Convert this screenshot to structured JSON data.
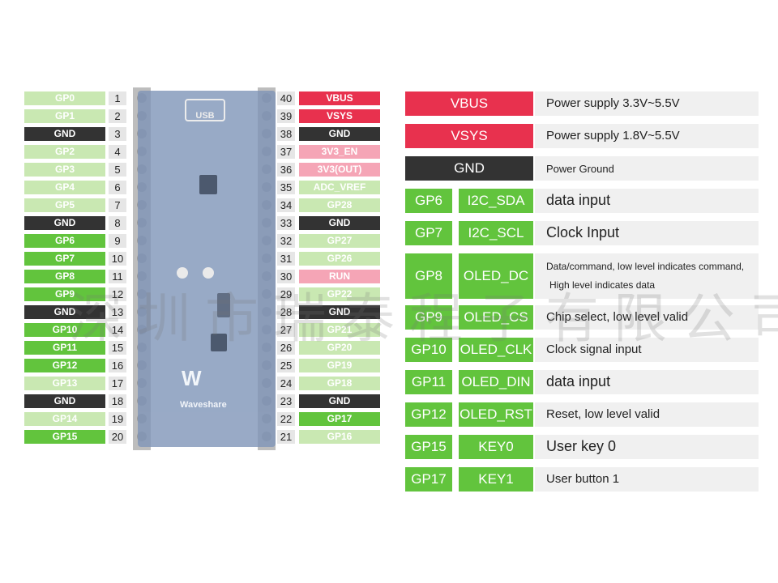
{
  "left_pins": [
    {
      "num": "1",
      "label": "GP0",
      "color": "lightgreen"
    },
    {
      "num": "2",
      "label": "GP1",
      "color": "lightgreen"
    },
    {
      "num": "3",
      "label": "GND",
      "color": "black"
    },
    {
      "num": "4",
      "label": "GP2",
      "color": "lightgreen"
    },
    {
      "num": "5",
      "label": "GP3",
      "color": "lightgreen"
    },
    {
      "num": "6",
      "label": "GP4",
      "color": "lightgreen"
    },
    {
      "num": "7",
      "label": "GP5",
      "color": "lightgreen"
    },
    {
      "num": "8",
      "label": "GND",
      "color": "black"
    },
    {
      "num": "9",
      "label": "GP6",
      "color": "green"
    },
    {
      "num": "10",
      "label": "GP7",
      "color": "green"
    },
    {
      "num": "11",
      "label": "GP8",
      "color": "green"
    },
    {
      "num": "12",
      "label": "GP9",
      "color": "green"
    },
    {
      "num": "13",
      "label": "GND",
      "color": "black"
    },
    {
      "num": "14",
      "label": "GP10",
      "color": "green"
    },
    {
      "num": "15",
      "label": "GP11",
      "color": "green"
    },
    {
      "num": "16",
      "label": "GP12",
      "color": "green"
    },
    {
      "num": "17",
      "label": "GP13",
      "color": "lightgreen"
    },
    {
      "num": "18",
      "label": "GND",
      "color": "black"
    },
    {
      "num": "19",
      "label": "GP14",
      "color": "lightgreen"
    },
    {
      "num": "20",
      "label": "GP15",
      "color": "green"
    }
  ],
  "right_pins": [
    {
      "num": "40",
      "label": "VBUS",
      "color": "red"
    },
    {
      "num": "39",
      "label": "VSYS",
      "color": "red"
    },
    {
      "num": "38",
      "label": "GND",
      "color": "black"
    },
    {
      "num": "37",
      "label": "3V3_EN",
      "color": "pink"
    },
    {
      "num": "36",
      "label": "3V3(OUT)",
      "color": "pink"
    },
    {
      "num": "35",
      "label": "ADC_VREF",
      "color": "lightgreen"
    },
    {
      "num": "34",
      "label": "GP28",
      "color": "lightgreen"
    },
    {
      "num": "33",
      "label": "GND",
      "color": "black"
    },
    {
      "num": "32",
      "label": "GP27",
      "color": "lightgreen"
    },
    {
      "num": "31",
      "label": "GP26",
      "color": "lightgreen"
    },
    {
      "num": "30",
      "label": "RUN",
      "color": "pink"
    },
    {
      "num": "29",
      "label": "GP22",
      "color": "lightgreen"
    },
    {
      "num": "28",
      "label": "GND",
      "color": "black"
    },
    {
      "num": "27",
      "label": "GP21",
      "color": "lightgreen"
    },
    {
      "num": "26",
      "label": "GP20",
      "color": "lightgreen"
    },
    {
      "num": "25",
      "label": "GP19",
      "color": "lightgreen"
    },
    {
      "num": "24",
      "label": "GP18",
      "color": "lightgreen"
    },
    {
      "num": "23",
      "label": "GND",
      "color": "black"
    },
    {
      "num": "22",
      "label": "GP17",
      "color": "green"
    },
    {
      "num": "21",
      "label": "GP16",
      "color": "lightgreen"
    }
  ],
  "board": {
    "usb_label": "USB",
    "logo_text": "Waveshare",
    "logo_mark": "W"
  },
  "function_table": [
    {
      "pin": "VBUS",
      "function": "",
      "description": "Power supply 3.3V~5.5V",
      "color": "red"
    },
    {
      "pin": "VSYS",
      "function": "",
      "description": "Power supply 1.8V~5.5V",
      "color": "red"
    },
    {
      "pin": "GND",
      "function": "",
      "description": "Power Ground",
      "color": "black"
    },
    {
      "pin": "GP6",
      "function": "I2C_SDA",
      "description": "data input",
      "color": "green"
    },
    {
      "pin": "GP7",
      "function": "I2C_SCL",
      "description": "Clock Input",
      "color": "green"
    },
    {
      "pin": "GP8",
      "function": "OLED_DC",
      "description": "Data/command, low level indicates command,",
      "description2": "High level indicates data",
      "color": "green"
    },
    {
      "pin": "GP9",
      "function": "OLED_CS",
      "description": "Chip select, low level valid",
      "color": "green"
    },
    {
      "pin": "GP10",
      "function": "OLED_CLK",
      "description": "Clock signal input",
      "color": "green"
    },
    {
      "pin": "GP11",
      "function": "OLED_DIN",
      "description": "data input",
      "color": "green"
    },
    {
      "pin": "GP12",
      "function": "OLED_RST",
      "description": "Reset, low level valid",
      "color": "green"
    },
    {
      "pin": "GP15",
      "function": "KEY0",
      "description": "User key 0",
      "color": "green"
    },
    {
      "pin": "GP17",
      "function": "KEY1",
      "description": "User button 1",
      "color": "green"
    }
  ],
  "watermark": "深圳市瑞泰程子有限公司",
  "colors": {
    "green": "#62c43d",
    "lightgreen": "#c9e8b2",
    "black": "#333333",
    "red": "#e8314e",
    "pink": "#f5a5b6"
  }
}
